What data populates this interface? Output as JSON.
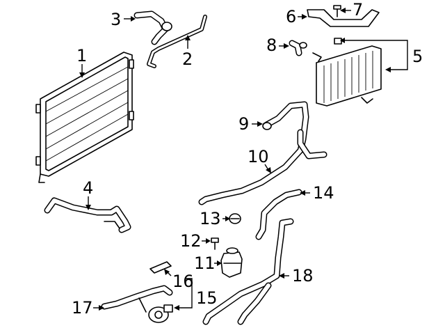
{
  "diagram": {
    "callouts": [
      "1",
      "2",
      "3",
      "4",
      "5",
      "6",
      "7",
      "8",
      "9",
      "10",
      "11",
      "12",
      "13",
      "14",
      "15",
      "16",
      "17",
      "18"
    ]
  }
}
